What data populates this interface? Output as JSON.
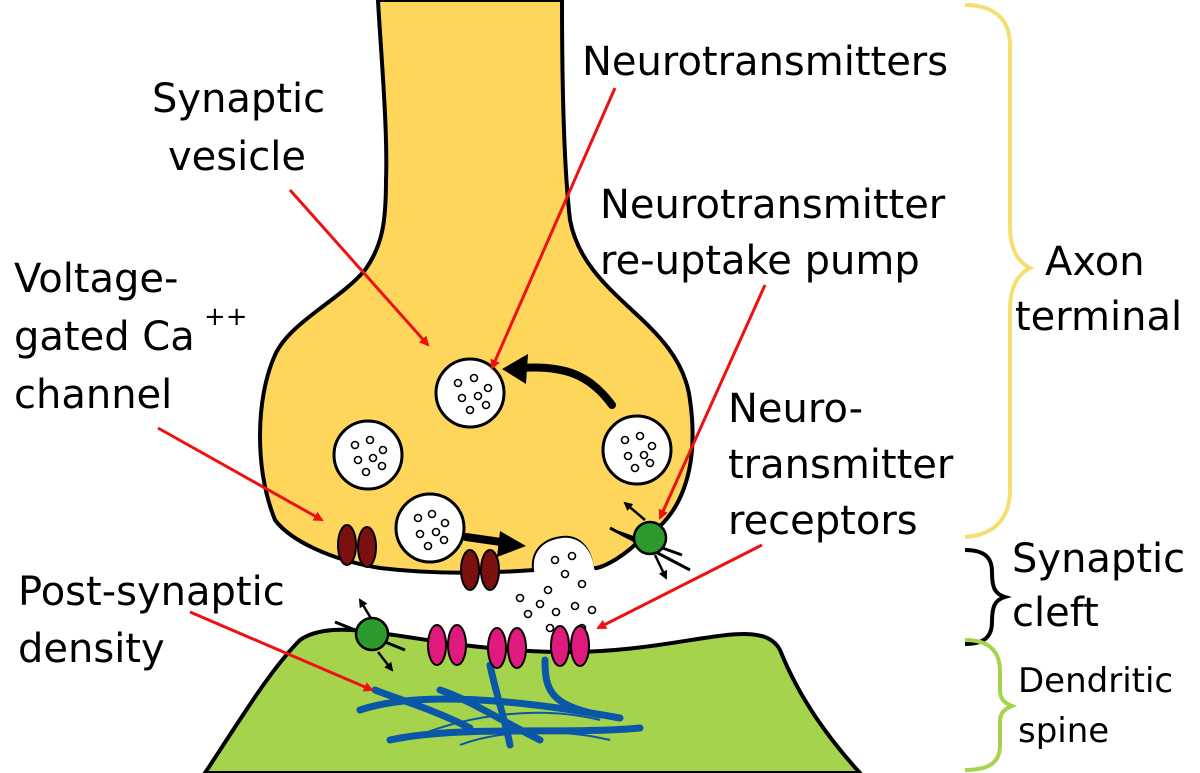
{
  "labels": {
    "synaptic_vesicle": [
      "Synaptic",
      "vesicle"
    ],
    "neurotransmitters": "Neurotransmitters",
    "reuptake_pump": [
      "Neurotransmitter",
      "re-uptake pump"
    ],
    "ca_channel": {
      "line1": "Voltage-",
      "line2": "gated Ca",
      "superscript": "++",
      "line3": "channel"
    },
    "receptors": [
      "Neuro-",
      "transmitter",
      "receptors"
    ],
    "post_synaptic_density": [
      "Post-synaptic",
      "density"
    ],
    "axon_terminal": [
      "Axon",
      "terminal"
    ],
    "synaptic_cleft": [
      "Synaptic",
      "cleft"
    ],
    "dendritic_spine": [
      "Dendritic",
      "spine"
    ]
  },
  "colors": {
    "axon_fill": "#fdd65b",
    "dendrite_fill": "#a6d34c",
    "pointer_arrow": "#ee1111",
    "ca_channel": "#7b1010",
    "receptor": "#e0197d",
    "pump": "#2e9a2e",
    "psd_fibers": "#0a57a8",
    "brace_axon": "#f4df70",
    "brace_cleft": "#000000",
    "brace_dendrite": "#a6d34c"
  }
}
